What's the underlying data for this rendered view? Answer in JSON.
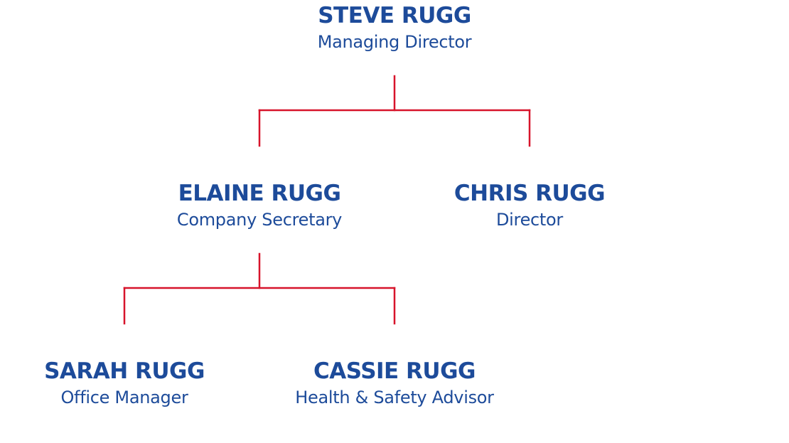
{
  "chart": {
    "connector_color": "#d7142b",
    "text_color": "#1d4b9a",
    "nodes": [
      {
        "id": "steve",
        "name": "STEVE RUGG",
        "role": "Managing Director"
      },
      {
        "id": "elaine",
        "name": "ELAINE RUGG",
        "role": "Company Secretary",
        "parent": "steve"
      },
      {
        "id": "chris",
        "name": "CHRIS RUGG",
        "role": "Director",
        "parent": "steve"
      },
      {
        "id": "sarah",
        "name": "SARAH RUGG",
        "role": "Office Manager",
        "parent": "elaine"
      },
      {
        "id": "cassie",
        "name": "CASSIE RUGG",
        "role": "Health & Safety Advisor",
        "parent": "elaine"
      }
    ]
  }
}
